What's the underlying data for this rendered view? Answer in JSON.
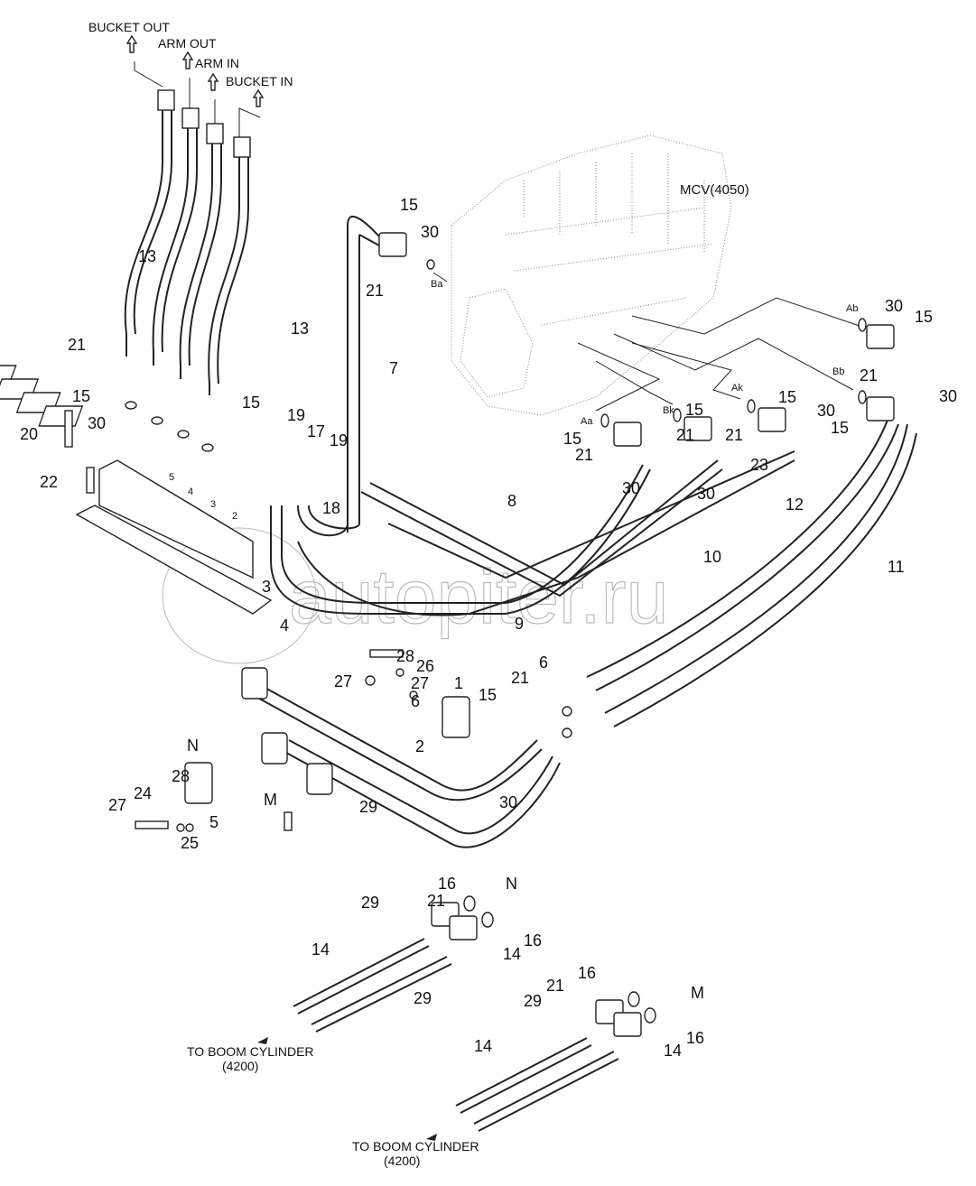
{
  "diagram": {
    "component_title": "MCV(4050)",
    "watermark": "autopiter.ru",
    "flow_labels": [
      {
        "id": "bucket-out",
        "text": "BUCKET OUT"
      },
      {
        "id": "arm-out",
        "text": "ARM OUT"
      },
      {
        "id": "arm-in",
        "text": "ARM IN"
      },
      {
        "id": "bucket-in",
        "text": "BUCKET IN"
      }
    ],
    "ports": [
      "Ba",
      "Ab",
      "Bb",
      "Aa",
      "Bk",
      "Ak"
    ],
    "connection_markers": [
      "N",
      "M"
    ],
    "destinations": [
      {
        "line1": "TO BOOM CYLINDER",
        "line2": "(4200)"
      },
      {
        "line1": "TO BOOM CYLINDER",
        "line2": "(4200)"
      }
    ],
    "block_port_numbers": [
      "5",
      "4",
      "3",
      "2"
    ],
    "callouts": [
      "13",
      "13",
      "21",
      "15",
      "15",
      "30",
      "20",
      "22",
      "19",
      "17",
      "19",
      "18",
      "3",
      "4",
      "15",
      "30",
      "21",
      "7",
      "8",
      "10",
      "9",
      "12",
      "11",
      "30",
      "15",
      "21",
      "30",
      "15",
      "30",
      "15",
      "21",
      "30",
      "15",
      "21",
      "30",
      "15",
      "21",
      "23",
      "28",
      "26",
      "27",
      "27",
      "6",
      "1",
      "2",
      "30",
      "15",
      "21",
      "6",
      "28",
      "24",
      "27",
      "25",
      "5",
      "29",
      "16",
      "21",
      "29",
      "16",
      "14",
      "14",
      "29",
      "16",
      "21",
      "29",
      "16",
      "14",
      "14"
    ]
  }
}
